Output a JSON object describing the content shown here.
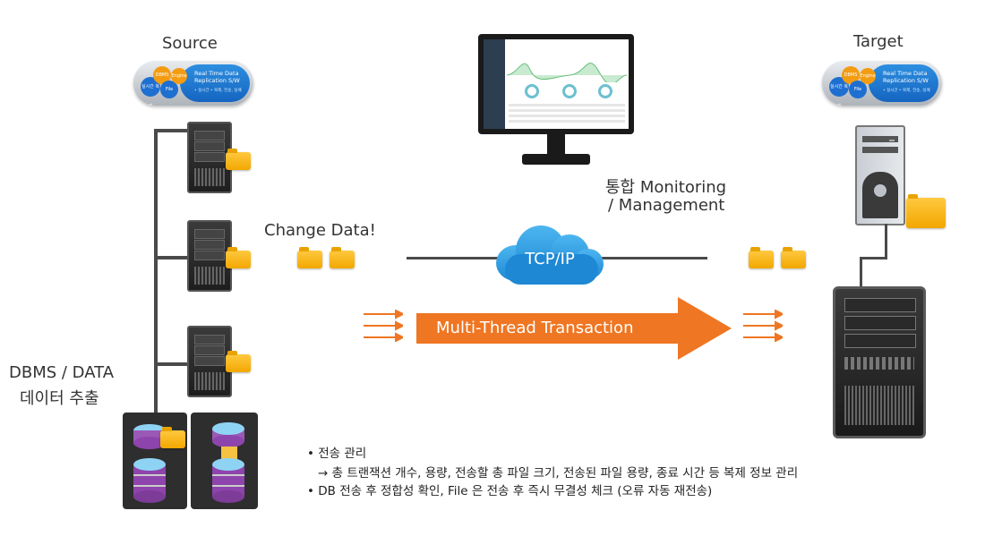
{
  "source_label": "Source",
  "target_label": "Target",
  "monitoring_label_line1": "통합 Monitoring",
  "monitoring_label_line2": "/ Management",
  "change_data_label": "Change Data!",
  "cloud_label": "TCP/IP",
  "arrow_label": "Multi-Thread Transaction",
  "dbms_label_line1": "DBMS / DATA",
  "dbms_label_line2": "데이터 추출",
  "pill": {
    "title_line1": "Real Time Data",
    "title_line2": "Replication S/W",
    "subtitle": "• 실시간 • 복제, 전송, 실패",
    "dot_left": "실시간 복제",
    "dot_top": "DBMS",
    "dot_mid": "File",
    "dot_right": "Engine"
  },
  "bullets": [
    "• 전송 관리",
    "→  총 트랜잭션 개수, 용량, 전송할 총 파일 크기, 전송된 파일 용량, 종료 시간 등 복제 정보 관리",
    "• DB 전송 후 정합성 확인, File 은 전송 후 즉시 무결성 체크  (오류 자동 재전송)"
  ],
  "colors": {
    "accent_orange": "#ef7622",
    "cloud_blue": "#2196e3",
    "pill_blue": "#1565c0",
    "folder_yellow": "#f5b400",
    "server_dark": "#2b2b2b"
  }
}
